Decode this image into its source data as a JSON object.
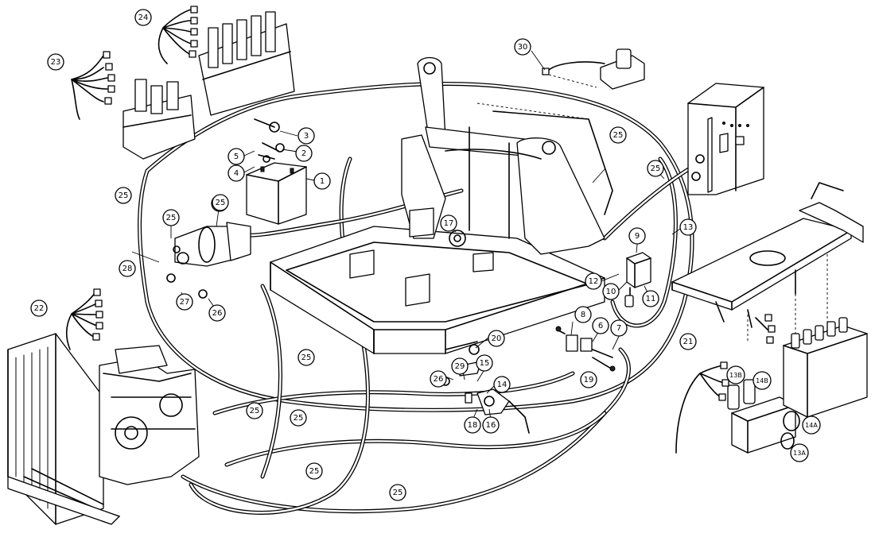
{
  "callouts": [
    {
      "id": "c1",
      "label": "1"
    },
    {
      "id": "c2",
      "label": "2"
    },
    {
      "id": "c3",
      "label": "3"
    },
    {
      "id": "c4",
      "label": "4"
    },
    {
      "id": "c5",
      "label": "5"
    },
    {
      "id": "c6",
      "label": "6"
    },
    {
      "id": "c7",
      "label": "7"
    },
    {
      "id": "c8",
      "label": "8"
    },
    {
      "id": "c9",
      "label": "9"
    },
    {
      "id": "c10",
      "label": "10"
    },
    {
      "id": "c11",
      "label": "11"
    },
    {
      "id": "c12",
      "label": "12"
    },
    {
      "id": "c13",
      "label": "13"
    },
    {
      "id": "c13a",
      "label": "13A"
    },
    {
      "id": "c13b",
      "label": "13B"
    },
    {
      "id": "c14",
      "label": "14"
    },
    {
      "id": "c14a",
      "label": "14A"
    },
    {
      "id": "c14b",
      "label": "14B"
    },
    {
      "id": "c15",
      "label": "15"
    },
    {
      "id": "c16",
      "label": "16"
    },
    {
      "id": "c17",
      "label": "17"
    },
    {
      "id": "c18",
      "label": "18"
    },
    {
      "id": "c19",
      "label": "19"
    },
    {
      "id": "c20",
      "label": "20"
    },
    {
      "id": "c21",
      "label": "21"
    },
    {
      "id": "c22",
      "label": "22"
    },
    {
      "id": "c23",
      "label": "23"
    },
    {
      "id": "c24",
      "label": "24"
    },
    {
      "id": "c25a",
      "label": "25"
    },
    {
      "id": "c25b",
      "label": "25"
    },
    {
      "id": "c25c",
      "label": "25"
    },
    {
      "id": "c25d",
      "label": "25"
    },
    {
      "id": "c25e",
      "label": "25"
    },
    {
      "id": "c25f",
      "label": "25"
    },
    {
      "id": "c25g",
      "label": "25"
    },
    {
      "id": "c25h",
      "label": "25"
    },
    {
      "id": "c25i",
      "label": "25"
    },
    {
      "id": "c25j",
      "label": "25"
    },
    {
      "id": "c25k",
      "label": "25"
    },
    {
      "id": "c26a",
      "label": "26"
    },
    {
      "id": "c26b",
      "label": "26"
    },
    {
      "id": "c27",
      "label": "27"
    },
    {
      "id": "c28",
      "label": "28"
    },
    {
      "id": "c29",
      "label": "29"
    },
    {
      "id": "c30",
      "label": "30"
    }
  ]
}
